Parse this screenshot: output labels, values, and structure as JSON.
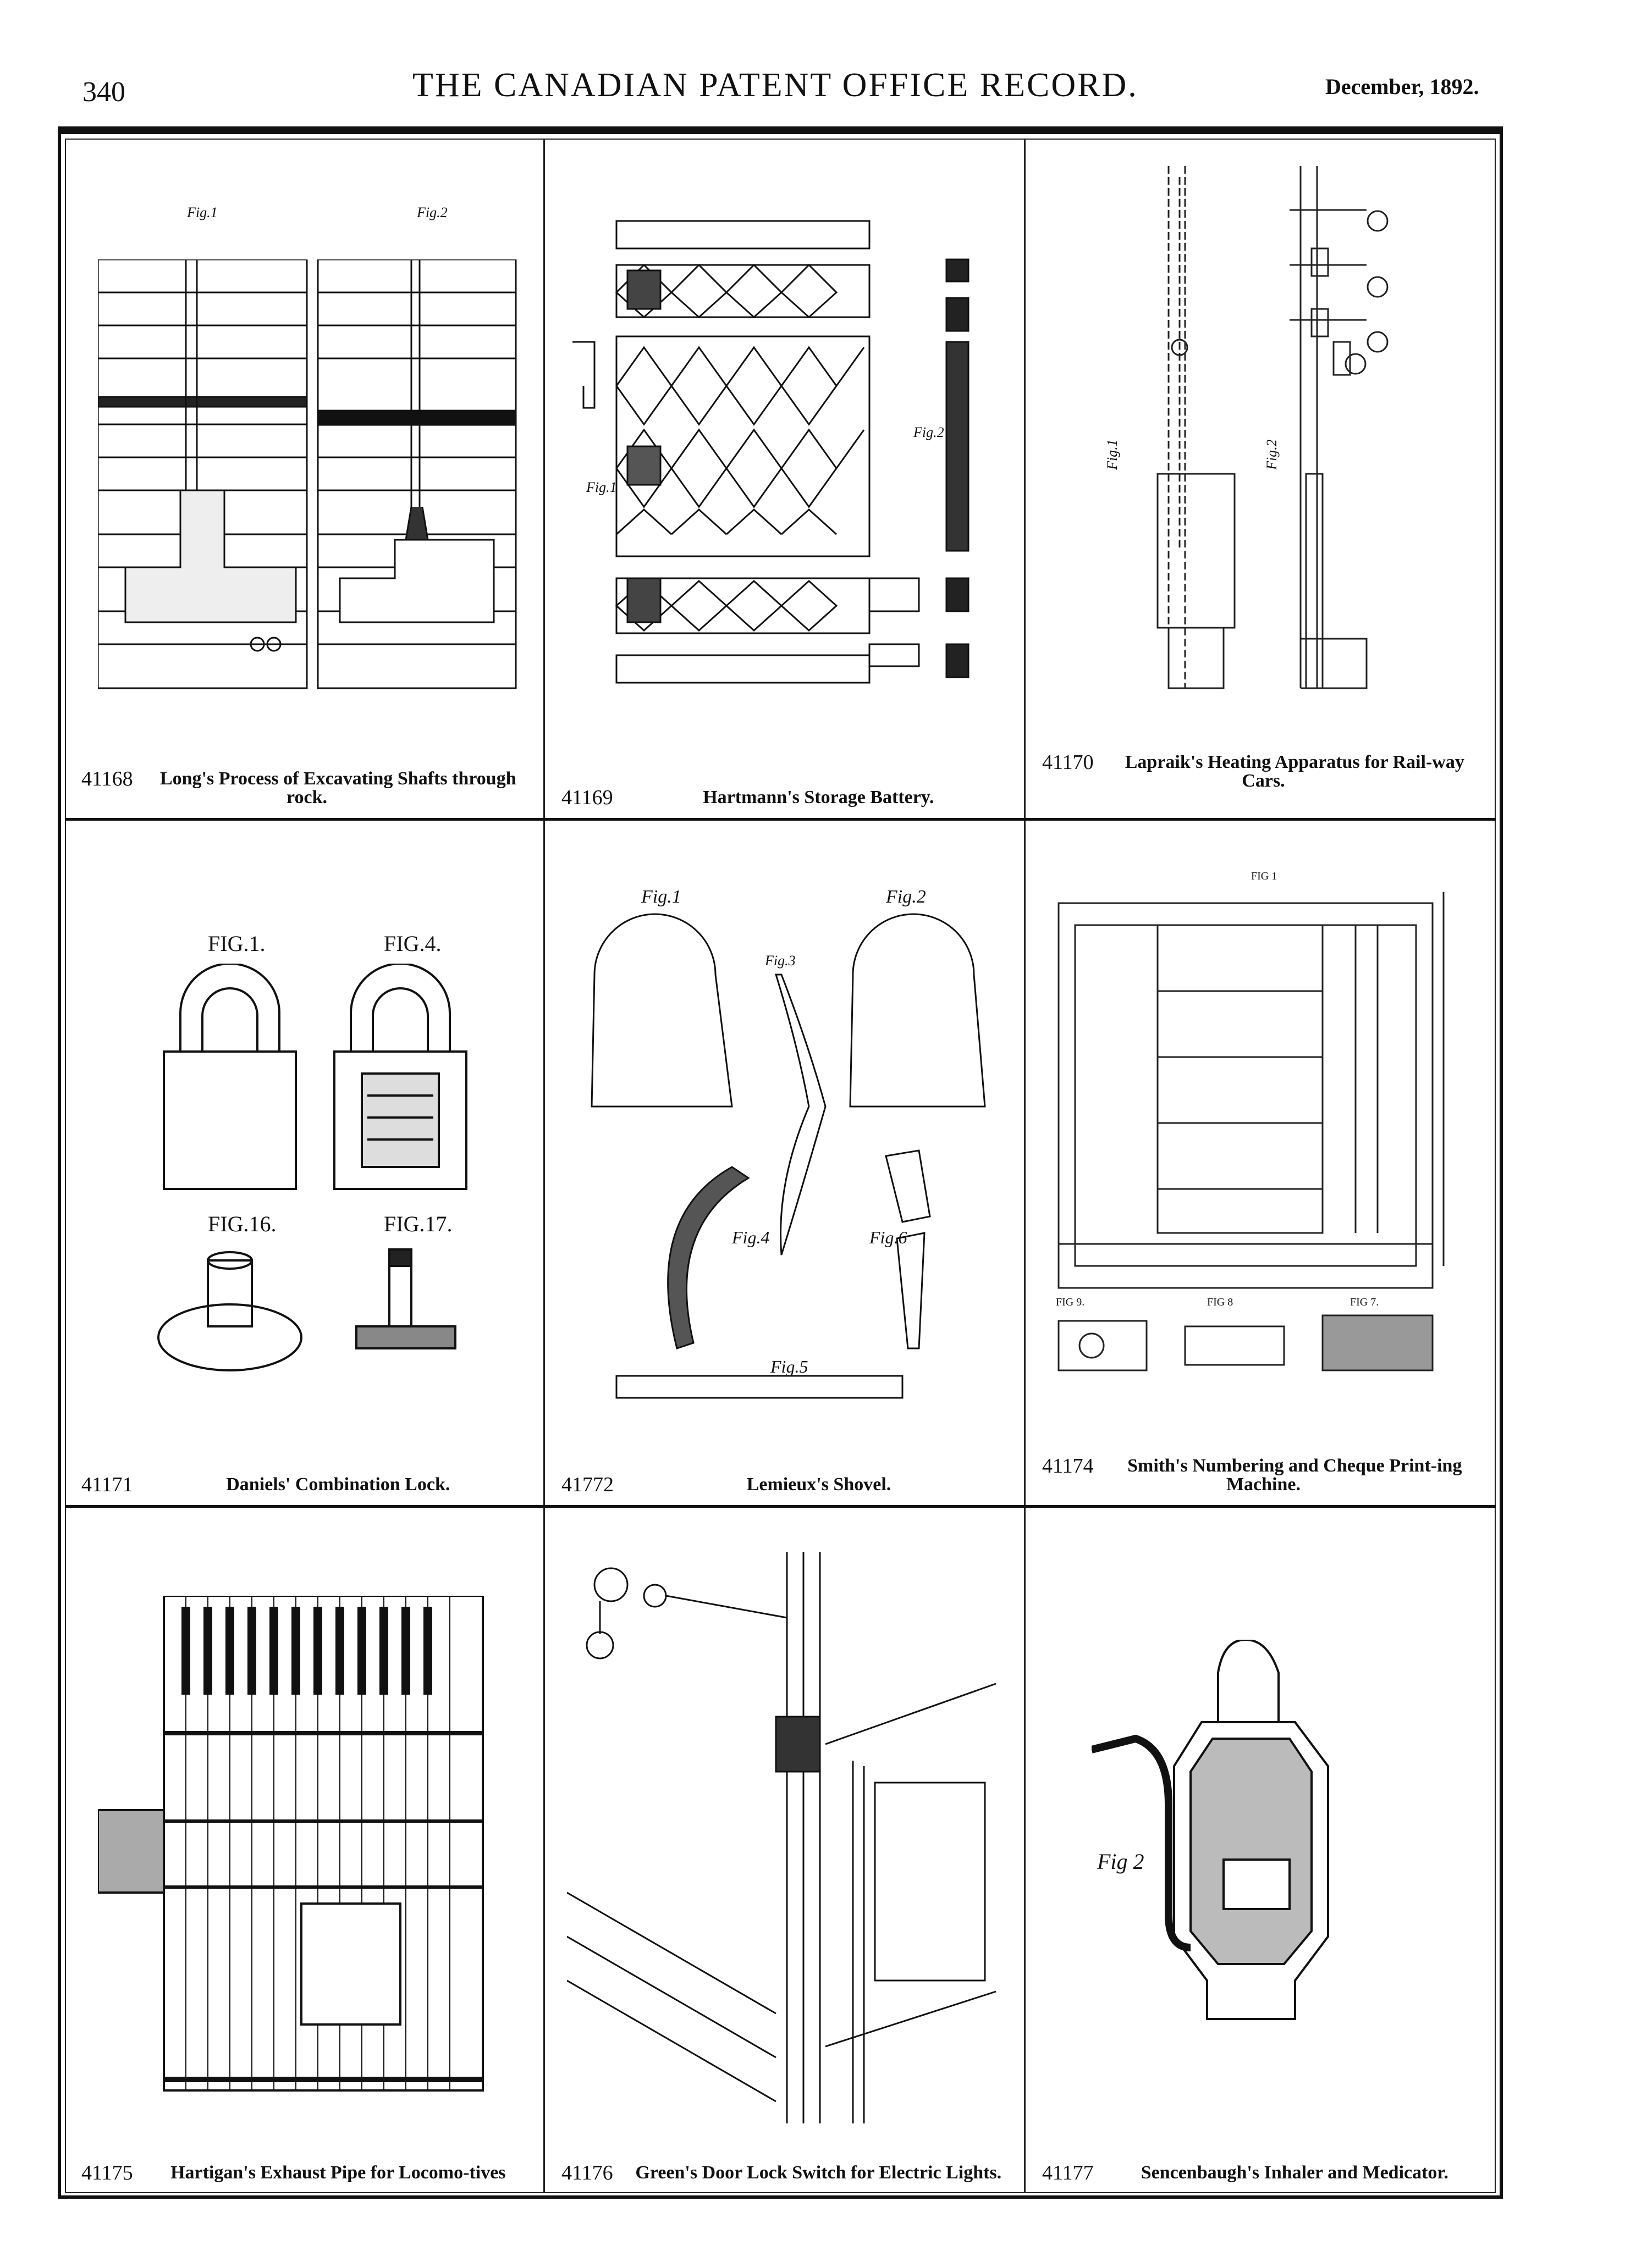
{
  "header": {
    "page_number": "340",
    "title": "THE CANADIAN PATENT OFFICE RECORD.",
    "date": "December, 1892."
  },
  "patents": [
    {
      "number": "41168",
      "title": "Long's Process of Excavating Shafts through rock.",
      "figs": [
        "Fig.1",
        "Fig.2"
      ]
    },
    {
      "number": "41169",
      "title": "Hartmann's Storage Battery.",
      "figs": [
        "Fig.1",
        "Fig.2"
      ]
    },
    {
      "number": "41170",
      "title": "Lapraik's Heating Apparatus for Rail-way Cars.",
      "figs": [
        "Fig.1",
        "Fig.2"
      ]
    },
    {
      "number": "41171",
      "title": "Daniels' Combination Lock.",
      "figs": [
        "FIG.1.",
        "FIG.4.",
        "FIG.16.",
        "FIG.17."
      ]
    },
    {
      "number": "41772",
      "title": "Lemieux's Shovel.",
      "figs": [
        "Fig.1",
        "Fig.2",
        "Fig.3",
        "Fig.4",
        "Fig.5",
        "Fig.6"
      ]
    },
    {
      "number": "41174",
      "title": "Smith's Numbering and Cheque Print-ing Machine.",
      "figs": [
        "FIG 1",
        "FIG 9.",
        "FIG 8",
        "FIG 7."
      ]
    },
    {
      "number": "41175",
      "title": "Hartigan's Exhaust Pipe for Locomo-tives",
      "figs": []
    },
    {
      "number": "41176",
      "title": "Green's Door Lock Switch for Electric Lights.",
      "figs": []
    },
    {
      "number": "41177",
      "title": "Sencenbaugh's Inhaler and Medicator.",
      "figs": [
        "Fig 2"
      ]
    }
  ]
}
